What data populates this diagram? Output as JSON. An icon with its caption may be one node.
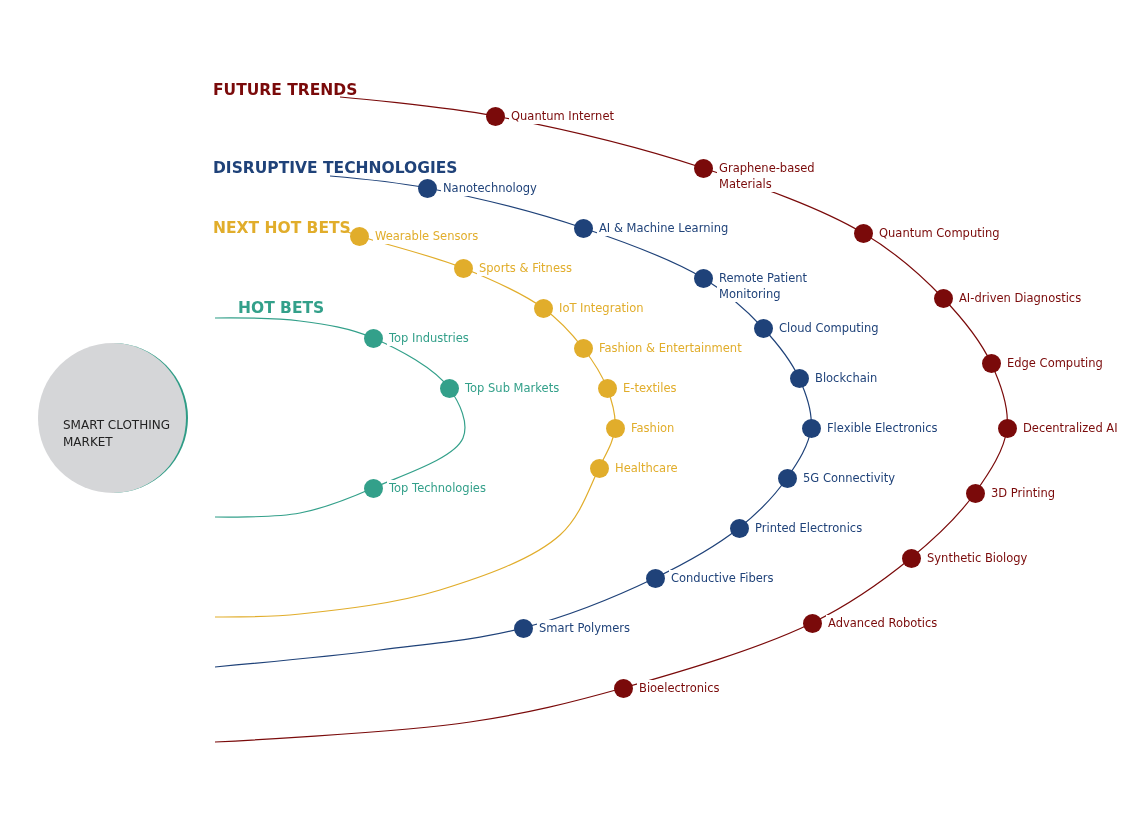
{
  "diagram": {
    "nodes": [
      {
        "text": [
          "SMART CLOTHING MARKET"
        ]
      },
      {
        "text": [
          "Top Industries"
        ]
      },
      {
        "text": [
          "Top Sub Markets"
        ]
      },
      {
        "text": [
          "Top Technologies"
        ]
      },
      {
        "text": [
          "Wearable Sensors"
        ]
      },
      {
        "text": [
          "Sports & Fitness"
        ]
      },
      {
        "text": [
          "IoT Integration"
        ]
      },
      {
        "text": [
          "Fashion & Entertainment"
        ]
      },
      {
        "text": [
          "E-textiles"
        ]
      },
      {
        "text": [
          "Fashion"
        ]
      },
      {
        "text": [
          "Healthcare"
        ]
      },
      {
        "text": [
          "Nanotechnology"
        ]
      },
      {
        "text": [
          "AI & Machine Learning"
        ]
      },
      {
        "text": [
          "Remote Patient Monitoring"
        ]
      },
      {
        "text": [
          "Cloud Computing"
        ]
      },
      {
        "text": [
          "Blockchain"
        ]
      },
      {
        "text": [
          "Flexible Electronics"
        ]
      },
      {
        "text": [
          "5G Connectivity"
        ]
      },
      {
        "text": [
          "Printed Electronics"
        ]
      },
      {
        "text": [
          "Conductive Fibers"
        ]
      },
      {
        "text": [
          "Smart Polymers"
        ]
      },
      {
        "text": [
          "Quantum Internet"
        ]
      },
      {
        "text": [
          "Graphene-based Materials"
        ]
      },
      {
        "text": [
          "Quantum Computing"
        ]
      },
      {
        "text": [
          "AI-driven Diagnostics"
        ]
      },
      {
        "text": [
          "Edge Computing"
        ]
      },
      {
        "text": [
          "Decentralized AI"
        ]
      },
      {
        "text": [
          "3D Printing"
        ]
      },
      {
        "text": [
          "Synthetic Biology"
        ]
      },
      {
        "text": [
          "Advanced Robotics"
        ]
      },
      {
        "text": [
          "Bioelectronics"
        ]
      }
    ],
    "edges": [],
    "labels": [
      "FUTURE TRENDS",
      "DISRUPTIVE TECHNOLOGIES",
      "NEXT HOT BETS",
      "HOT BETS"
    ]
  }
}
